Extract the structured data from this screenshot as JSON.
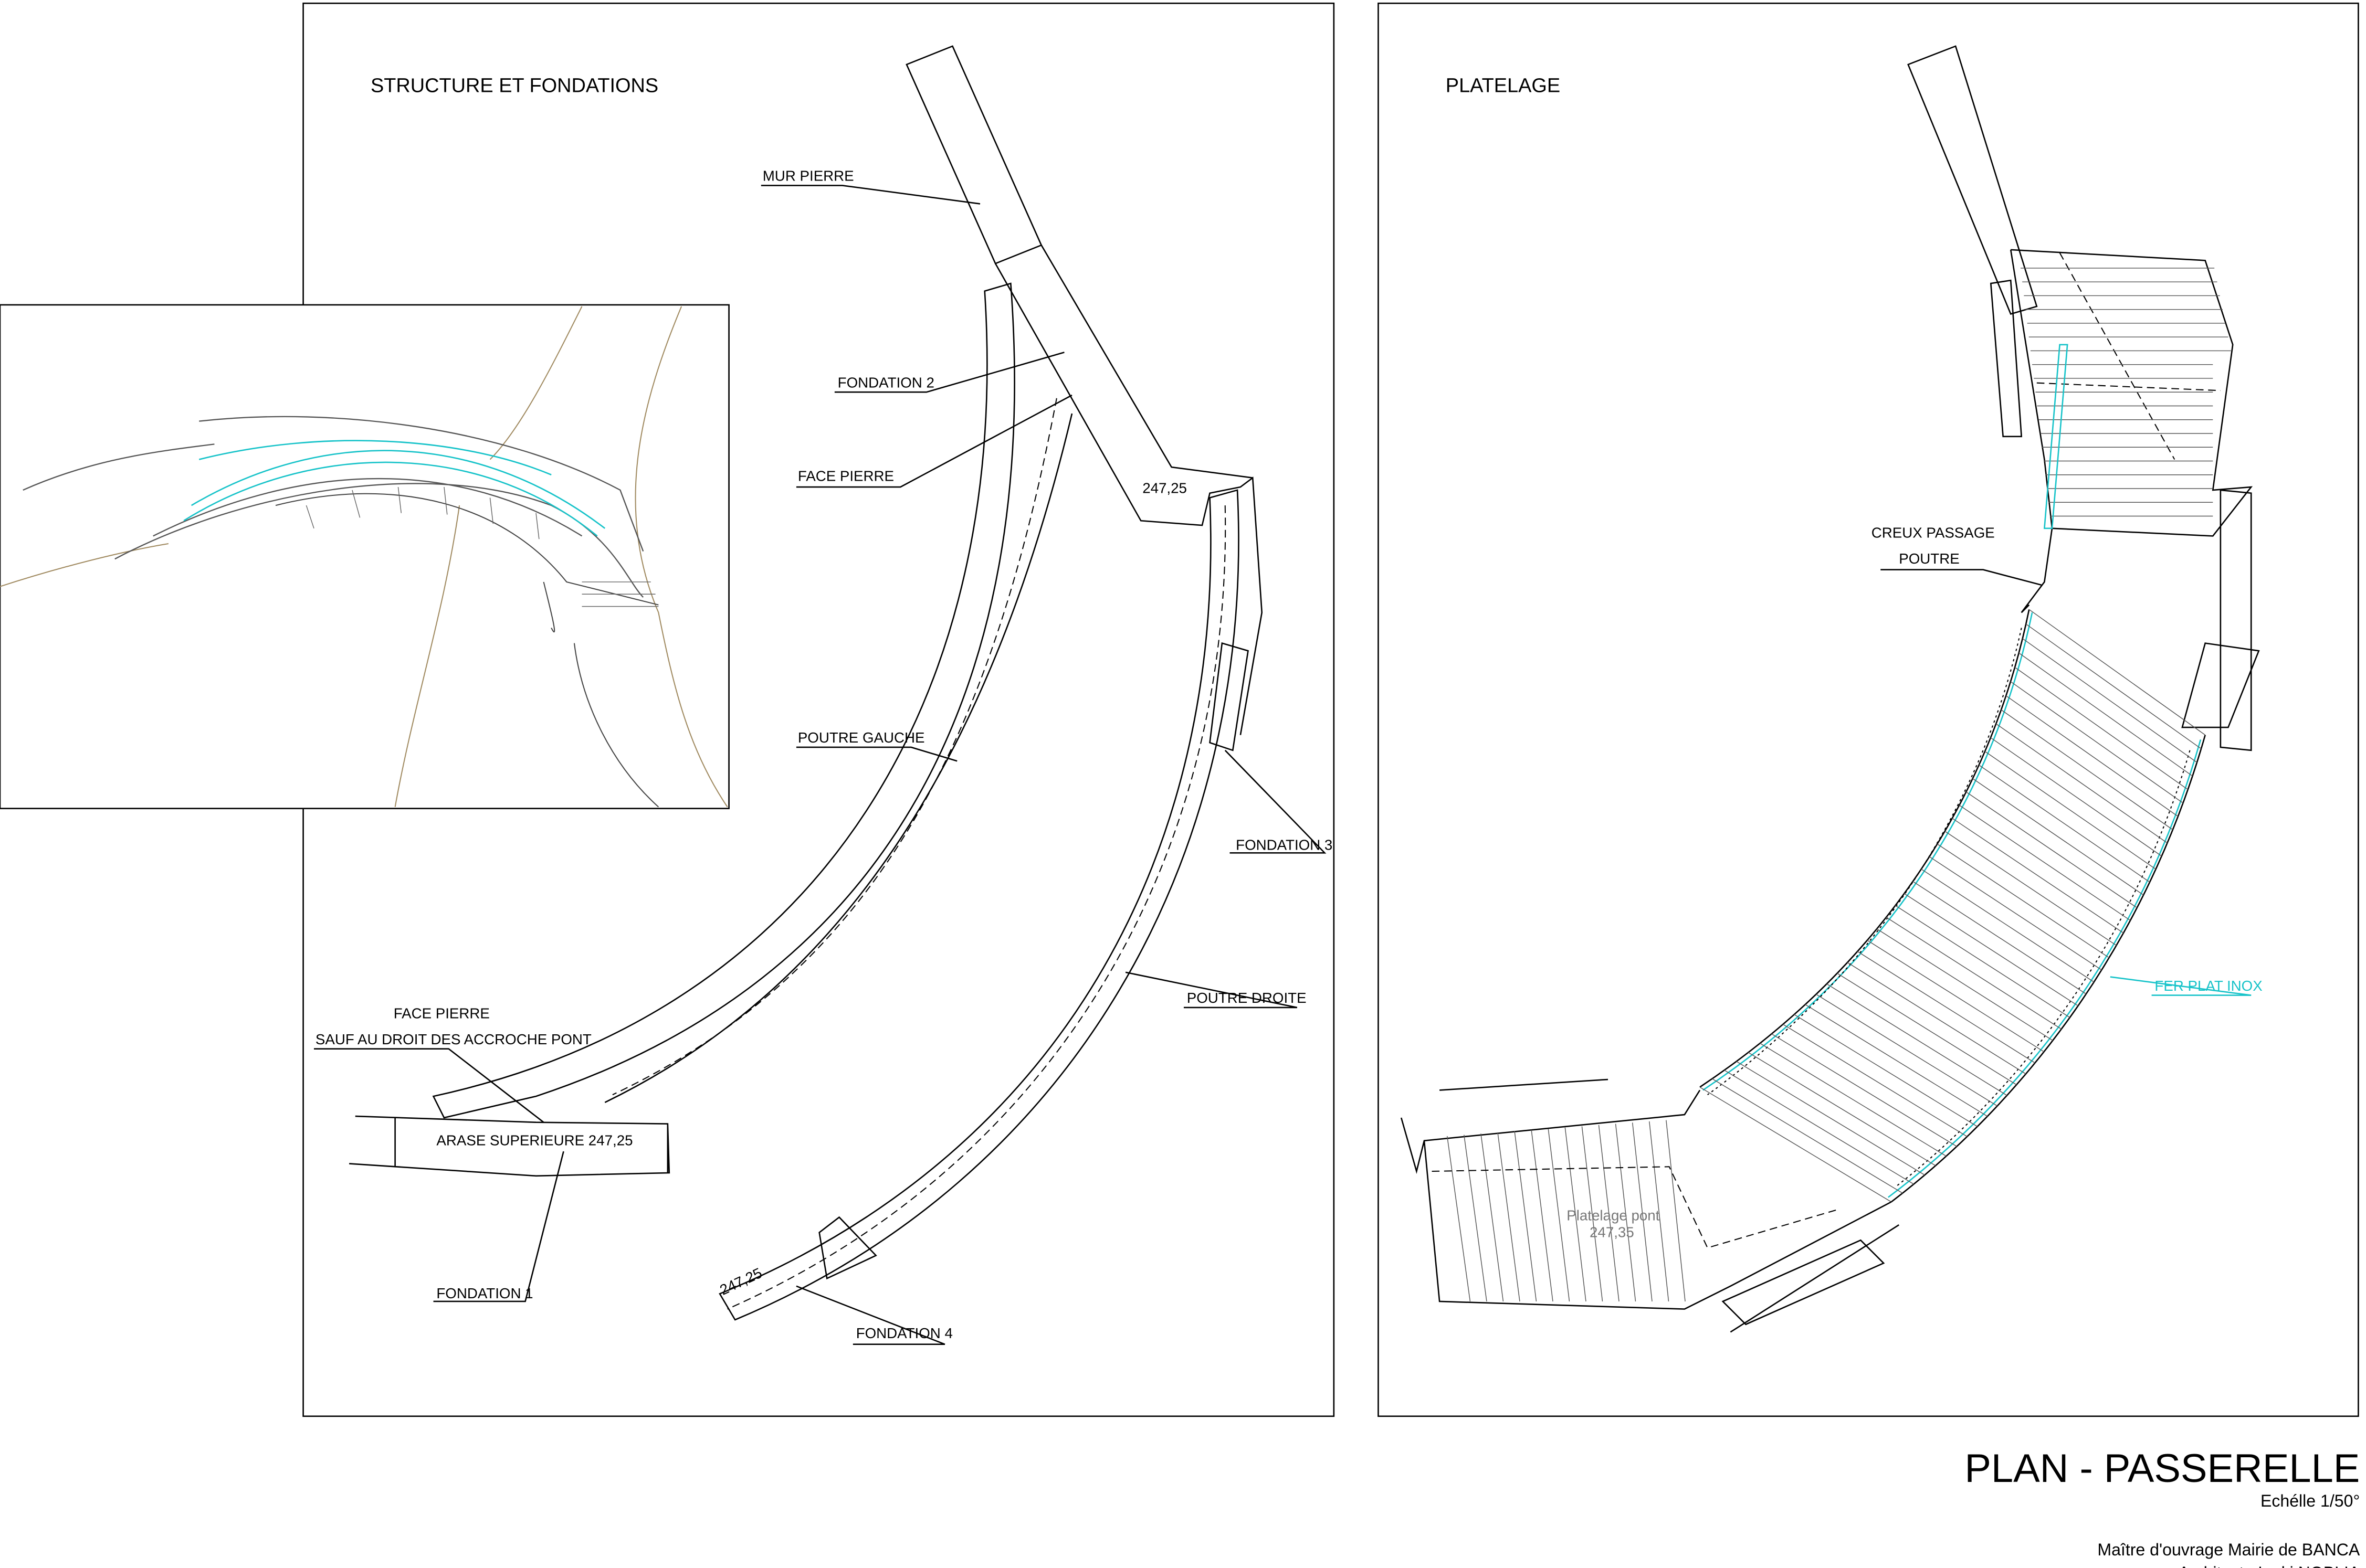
{
  "left_panel": {
    "title": "STRUCTURE ET FONDATIONS",
    "labels": {
      "mur_pierre": "MUR PIERRE",
      "fondation2": "FONDATION 2",
      "face_pierre_top": "FACE PIERRE",
      "level_top": "247,25",
      "poutre_gauche": "POUTRE GAUCHE",
      "fondation3": "FONDATION 3",
      "poutre_droite": "POUTRE DROITE",
      "face_pierre": "FACE PIERRE",
      "sauf": "SAUF AU DROIT DES ACCROCHE PONT",
      "arase": "ARASE SUPERIEURE 247,25",
      "fondation1": "FONDATION 1",
      "level_bottom": "247,25",
      "fondation4": "FONDATION 4"
    }
  },
  "right_panel": {
    "title": "PLATELAGE",
    "labels": {
      "creux1": "CREUX PASSAGE",
      "creux2": "POUTRE",
      "fer_plat": "FER PLAT INOX",
      "platelage1": "Platelage pont",
      "platelage2": "247,35"
    }
  },
  "title_block": {
    "title": "PLAN - PASSERELLE",
    "scale": "Echélle 1/50°",
    "owner": "Maître d'ouvrage Mairie de BANCA",
    "architect": "Architecte Inaki NOBLIA"
  },
  "colors": {
    "accent": "#17c3c9",
    "terrain": "#a08a60"
  }
}
